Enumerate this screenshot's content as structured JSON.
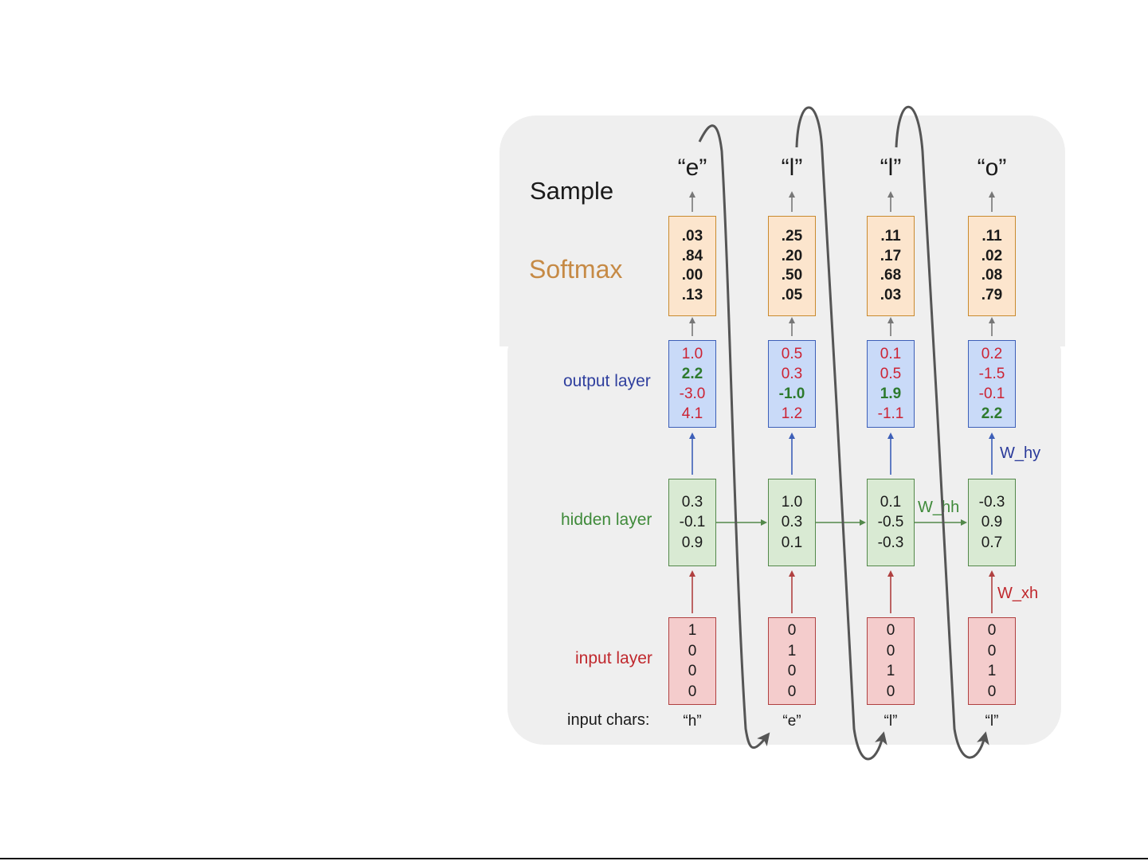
{
  "labels": {
    "sample": "Sample",
    "softmax": "Softmax",
    "output_layer": "output layer",
    "hidden_layer": "hidden layer",
    "input_layer": "input layer",
    "input_chars": "input chars:",
    "w_hy": "W_hy",
    "w_hh": "W_hh",
    "w_xh": "W_xh"
  },
  "colors": {
    "softmax_label": "#c68a45",
    "output_label": "#2f3f9e",
    "hidden_label": "#3f8a3a",
    "input_label": "#c0282d",
    "w_hy": "#2a3a9a",
    "w_hh": "#3f8a3a",
    "w_xh": "#c0282d"
  },
  "columns": [
    {
      "sample": "“e”",
      "softmax": [
        ".03",
        ".84",
        ".00",
        ".13"
      ],
      "output": [
        "1.0",
        "2.2",
        "-3.0",
        "4.1"
      ],
      "output_highlight_index": 1,
      "hidden": [
        "0.3",
        "-0.1",
        "0.9"
      ],
      "input": [
        "1",
        "0",
        "0",
        "0"
      ],
      "input_char": "“h”"
    },
    {
      "sample": "“l”",
      "softmax": [
        ".25",
        ".20",
        ".50",
        ".05"
      ],
      "output": [
        "0.5",
        "0.3",
        "-1.0",
        "1.2"
      ],
      "output_highlight_index": 2,
      "hidden": [
        "1.0",
        "0.3",
        "0.1"
      ],
      "input": [
        "0",
        "1",
        "0",
        "0"
      ],
      "input_char": "“e”"
    },
    {
      "sample": "“l”",
      "softmax": [
        ".11",
        ".17",
        ".68",
        ".03"
      ],
      "output": [
        "0.1",
        "0.5",
        "1.9",
        "-1.1"
      ],
      "output_highlight_index": 2,
      "hidden": [
        "0.1",
        "-0.5",
        "-0.3"
      ],
      "input": [
        "0",
        "0",
        "1",
        "0"
      ],
      "input_char": "“l”"
    },
    {
      "sample": "“o”",
      "softmax": [
        ".11",
        ".02",
        ".08",
        ".79"
      ],
      "output": [
        "0.2",
        "-1.5",
        "-0.1",
        "2.2"
      ],
      "output_highlight_index": 3,
      "hidden": [
        "-0.3",
        "0.9",
        "0.7"
      ],
      "input": [
        "0",
        "0",
        "1",
        "0"
      ],
      "input_char": "“l”"
    }
  ]
}
